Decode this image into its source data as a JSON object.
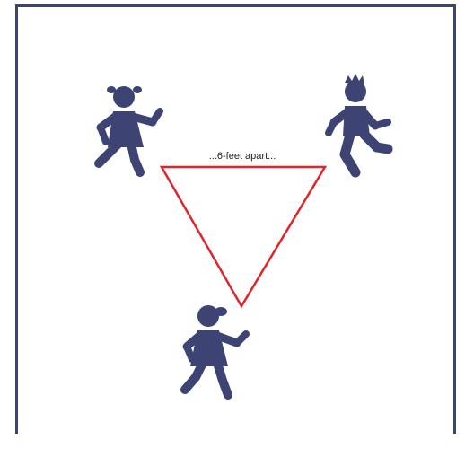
{
  "diagram": {
    "caption": "...6-feet apart...",
    "figures": [
      {
        "name": "girl-pigtails",
        "icon": "girl-running-icon"
      },
      {
        "name": "boy",
        "icon": "boy-running-icon"
      },
      {
        "name": "girl-ponytail",
        "icon": "girl-running-icon"
      }
    ],
    "colors": {
      "figure": "#3d4373",
      "triangle": "#e0242c",
      "frame": "#3d4373"
    }
  }
}
